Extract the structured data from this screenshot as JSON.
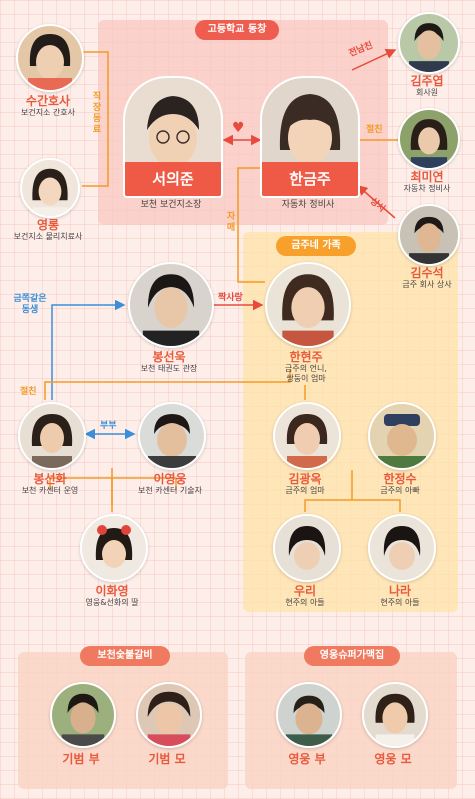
{
  "groups": {
    "highschool": "고등학교 동창",
    "family": "금주네 가족",
    "restaurant": "보천숯불갈비",
    "supermarket": "영웅슈퍼가맥집"
  },
  "leads": {
    "male": {
      "name": "서의준",
      "role": "보천 보건지소장"
    },
    "female": {
      "name": "한금주",
      "role": "자동차 정비사"
    }
  },
  "people": {
    "sugan": {
      "name": "수간호사",
      "role": "보건지소 간호사"
    },
    "yeongrung": {
      "name": "영롱",
      "role": "보건지소 물리치료사"
    },
    "kimjuyeop": {
      "name": "김주엽",
      "role": "회사원"
    },
    "choemiyeon": {
      "name": "최미연",
      "role": "자동차 정비사"
    },
    "kimsuseok": {
      "name": "김수석",
      "role": "금주 회사 상사"
    },
    "bongseonuk": {
      "name": "봉선욱",
      "role": "보천 태권도 관장"
    },
    "hanhyeonju": {
      "name": "한현주",
      "role": "금주의 언니,",
      "role2": "쌍둥이 엄마"
    },
    "bongseonhwa": {
      "name": "봉선화",
      "role": "보천 카센터 운영"
    },
    "iyeongung": {
      "name": "이영웅",
      "role": "보천 카센터 기술자"
    },
    "kimgwangok": {
      "name": "김광옥",
      "role": "금주의 엄마"
    },
    "hanjeongsu": {
      "name": "한정수",
      "role": "금주의 아빠"
    },
    "ihwayeong": {
      "name": "이화영",
      "role": "영웅&선화의 딸"
    },
    "uri": {
      "name": "우리",
      "role": "현주의 아들"
    },
    "nara": {
      "name": "나라",
      "role": "현주의 아들"
    },
    "gibeombu": {
      "name": "기범 부"
    },
    "gibeommo": {
      "name": "기범 모"
    },
    "yeongungbu": {
      "name": "영웅 부"
    },
    "yeongungmo": {
      "name": "영웅 모"
    }
  },
  "relations": {
    "colleague": "직장동료",
    "exlover": "전남친",
    "friend": "절친",
    "boss": "상사",
    "sister": "자매",
    "crush": "짝사랑",
    "likebrother": "금쪽같은 동생",
    "friend2": "절친",
    "couple": "부부",
    "heart": "♥"
  },
  "colors": {
    "accent_red": "#ee5d4f",
    "accent_orange": "#f7a02b",
    "name_text": "#e85a3c",
    "blue_line": "#3a8fd8"
  }
}
